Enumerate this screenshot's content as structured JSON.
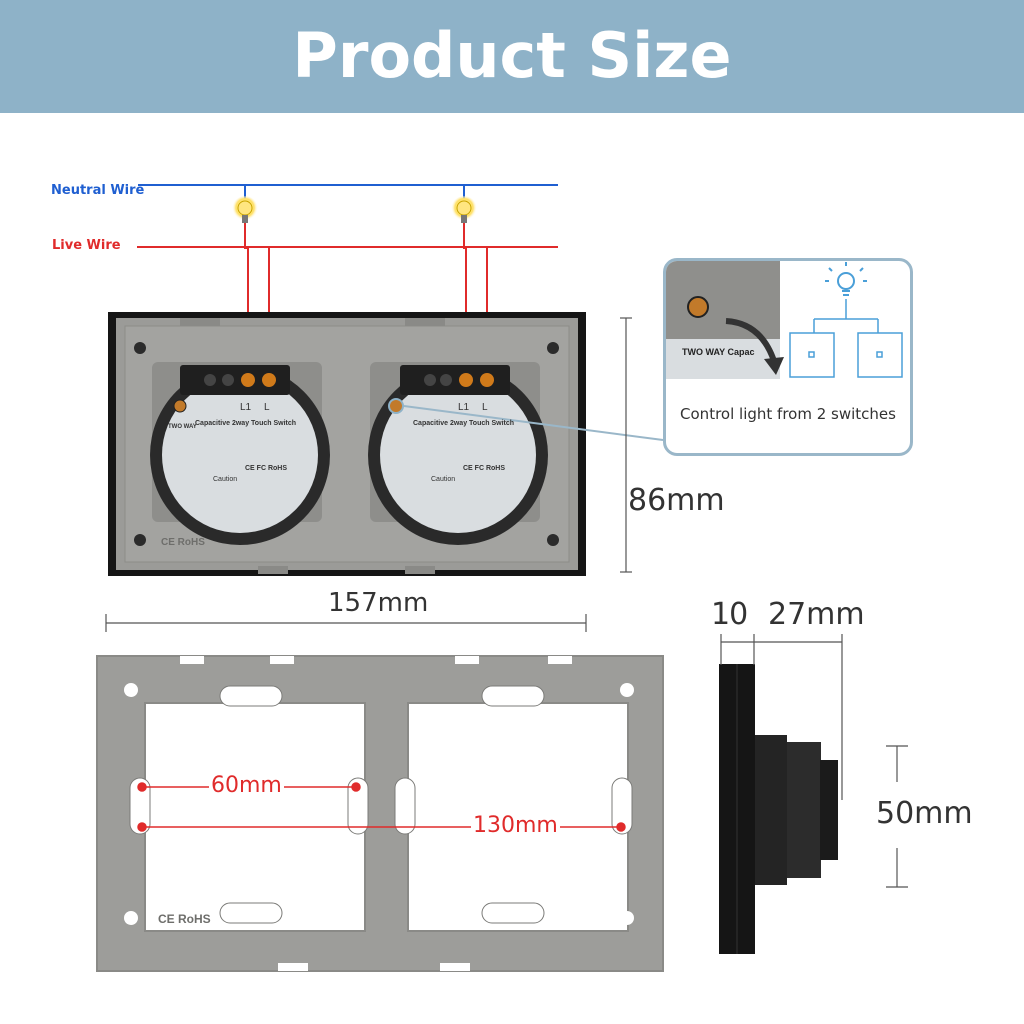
{
  "header": {
    "title": "Product Size"
  },
  "wires": {
    "neutral_label": "Neutral Wire",
    "live_label": "Live Wire",
    "neutral_color": "#1f5fd1",
    "live_color": "#e02b2b"
  },
  "module": {
    "terminal_left_1": "L1",
    "terminal_right_1": "L",
    "terminal_left_2": "L1",
    "terminal_right_2": "L",
    "brand_tag": "TWO WAY",
    "title": "Capacitive 2way Touch Switch",
    "caution": "Caution",
    "marks": "CE FC RoHS"
  },
  "callout": {
    "text": "Control light from 2 switches",
    "crop_label": "TWO WAY  Capac"
  },
  "dimensions": {
    "height": "86mm",
    "width": "157mm",
    "depth_front": "10",
    "depth_back": "27mm",
    "box_height": "50mm",
    "hole_spacing_small": "60mm",
    "hole_spacing_large": "130mm"
  },
  "frame": {
    "marks": "CE RoHS"
  },
  "colors": {
    "banner": "#8eb2c8",
    "plate_gray": "#9b9b98",
    "panel_black": "#151515",
    "accent_red": "#e02b2b"
  }
}
